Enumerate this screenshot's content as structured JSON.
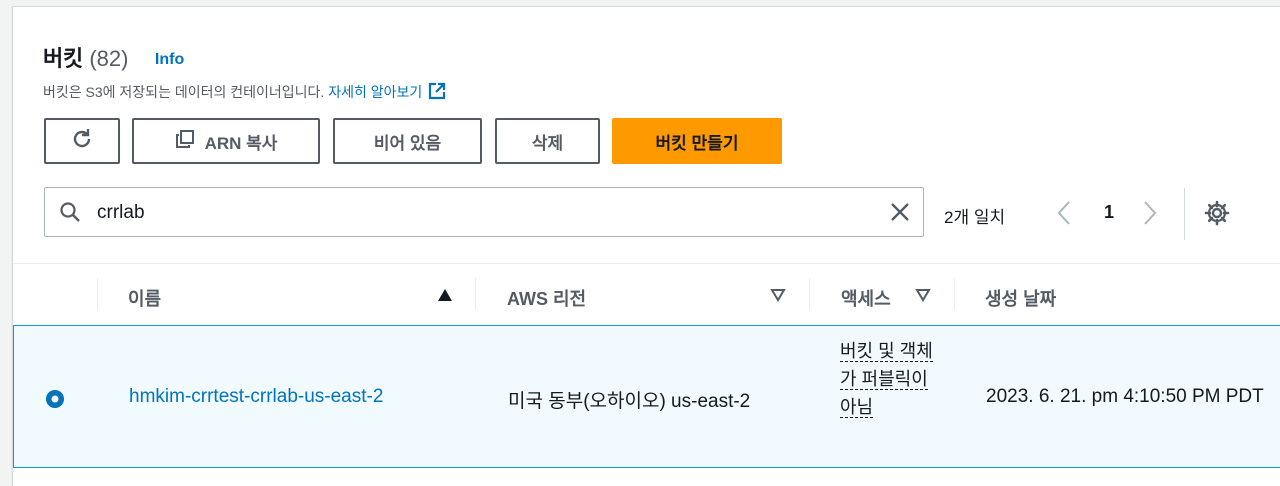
{
  "buckets_panel": {
    "title": "버킷",
    "count": "(82)",
    "info_label": "Info",
    "description": "버킷은 S3에 저장되는 데이터의 컨테이너입니다.",
    "learn_more_label": "자세히 알아보기"
  },
  "actions": {
    "copy_arn_label": "ARN 복사",
    "empty_label": "비어 있음",
    "delete_label": "삭제",
    "create_bucket_label": "버킷 만들기"
  },
  "search": {
    "value": "crrlab",
    "match_count": "2개 일치"
  },
  "pagination": {
    "current_page": "1"
  },
  "table": {
    "columns": {
      "name": "이름",
      "region": "AWS 리전",
      "access": "액세스",
      "created": "생성 날짜"
    },
    "rows": [
      {
        "selected": true,
        "name": "hmkim-crrtest-crrlab-us-east-2",
        "region": "미국 동부(오하이오) us-east-2",
        "access": "버킷 및 객체가 퍼블릭이 아님",
        "created": "2023. 6. 21. pm 4:10:50 PM PDT"
      }
    ]
  },
  "colors": {
    "link": "#0073bb",
    "primary_button": "#ff9900",
    "selected_row_bg": "#f1faff",
    "selected_row_border": "#00a1c9"
  },
  "icons": {
    "refresh": "refresh-icon",
    "copy": "copy-icon",
    "external_link": "external-link-icon",
    "search": "search-icon",
    "clear": "close-icon",
    "prev": "chevron-left-icon",
    "next": "chevron-right-icon",
    "settings": "gear-icon",
    "sort_asc": "sort-ascending-icon",
    "sort": "sort-icon",
    "radio": "radio-selected-icon"
  }
}
